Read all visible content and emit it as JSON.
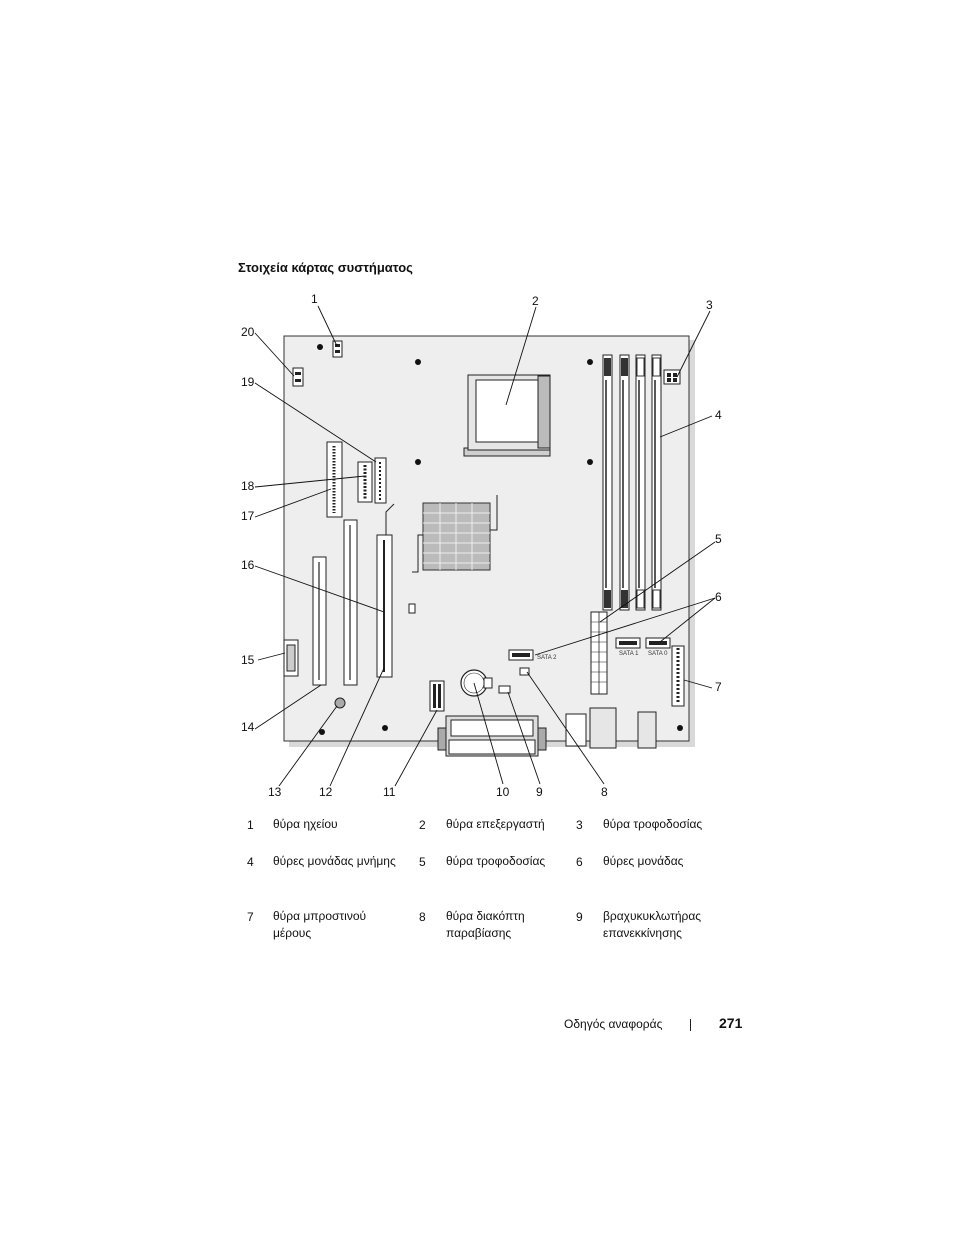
{
  "heading": "Στοιχεία κάρτας συστήματος",
  "callouts": {
    "c1": "1",
    "c2": "2",
    "c3": "3",
    "c4": "4",
    "c5": "5",
    "c6": "6",
    "c7": "7",
    "c8": "8",
    "c9": "9",
    "c10": "10",
    "c11": "11",
    "c12": "12",
    "c13": "13",
    "c14": "14",
    "c15": "15",
    "c16": "16",
    "c17": "17",
    "c18": "18",
    "c19": "19",
    "c20": "20"
  },
  "board_labels": {
    "sata2": "SATA 2",
    "sata1": "SATA 1",
    "sata0": "SATA 0"
  },
  "legend": [
    {
      "num": "1",
      "text": "θύρα ηχείου"
    },
    {
      "num": "2",
      "text": "θύρα επεξεργαστή"
    },
    {
      "num": "3",
      "text": "θύρα τροφοδοσίας"
    },
    {
      "num": "4",
      "text": "θύρες μονάδας μνήμης"
    },
    {
      "num": "5",
      "text": "θύρα τροφοδοσίας"
    },
    {
      "num": "6",
      "text": "θύρες μονάδας"
    },
    {
      "num": "7",
      "text": "θύρα μπροστινού μέρους"
    },
    {
      "num": "8",
      "text": "θύρα διακόπτη παραβίασης"
    },
    {
      "num": "9",
      "text": "βραχυκυκλωτήρας επανεκκίνησης"
    }
  ],
  "footer": {
    "title": "Οδηγός αναφοράς",
    "page": "271"
  }
}
